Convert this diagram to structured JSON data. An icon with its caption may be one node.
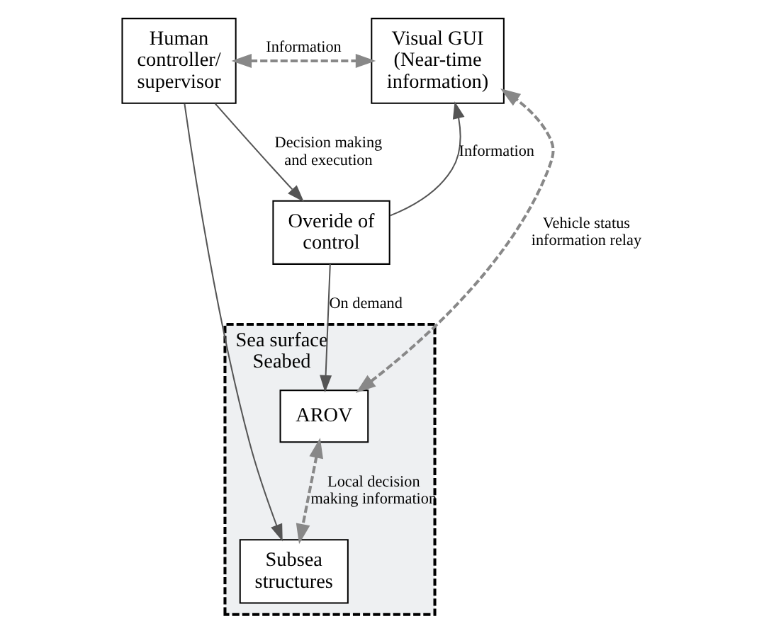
{
  "diagram": {
    "nodes": [
      {
        "text": [
          "Human controller/ supervisor"
        ]
      },
      {
        "text": [
          "Visual GUI (Near-time information)"
        ]
      },
      {
        "text": [
          "Overide of control"
        ]
      },
      {
        "text": [
          "Sea surface",
          "Seabed"
        ]
      },
      {
        "text": [
          "AROV"
        ],
        "in": 3
      },
      {
        "text": [
          "Subsea structures"
        ],
        "in": 3
      }
    ],
    "edges": [
      {
        "from": 0,
        "to": 1,
        "arrow": "both",
        "label": "Information",
        "style": "dashed"
      },
      {
        "from": 2,
        "to": 1,
        "arrow": "to",
        "label": "Information"
      },
      {
        "from": 0,
        "to": 2,
        "arrow": "to",
        "label": "Decision making and execution"
      },
      {
        "from": 0,
        "to": 5,
        "arrow": "to"
      },
      {
        "from": 2,
        "to": 4,
        "arrow": "to",
        "label": "On demand"
      },
      {
        "from": 4,
        "to": 5,
        "arrow": "both",
        "label": "Local decision making information",
        "style": "dashed"
      },
      {
        "from": 4,
        "to": 1,
        "arrow": "both",
        "label": "Vehicle status information relay",
        "style": "dashed"
      }
    ]
  }
}
